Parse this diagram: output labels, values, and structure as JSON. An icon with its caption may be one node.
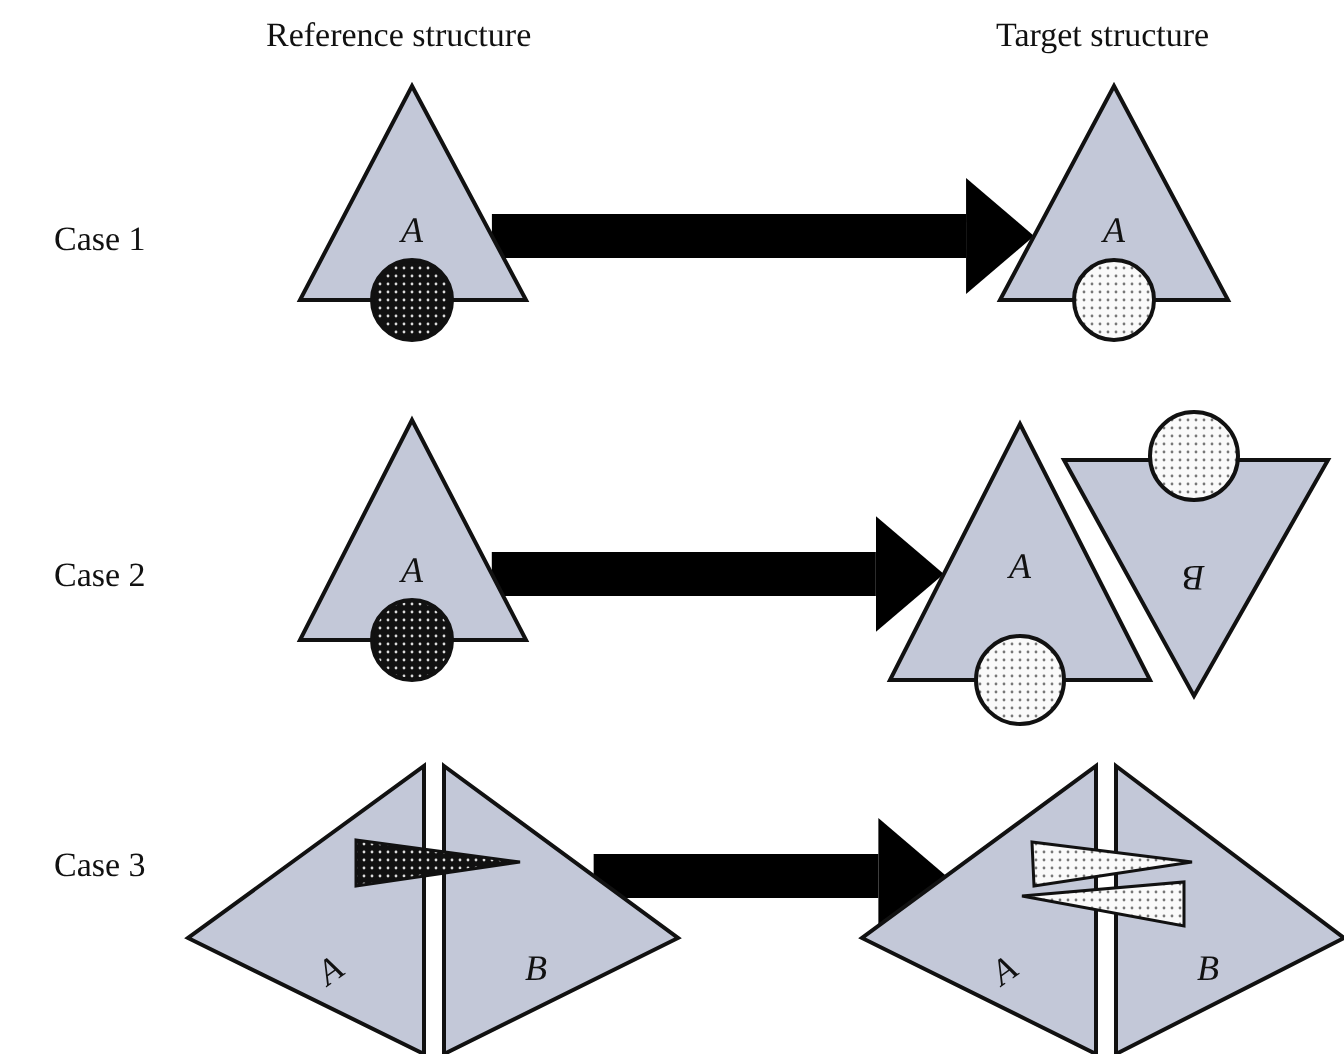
{
  "diagram": {
    "nodes": [
      {
        "text": [
          "A"
        ]
      },
      {
        "text": [
          "A"
        ]
      },
      {
        "text": [
          "A"
        ]
      },
      {
        "text": [
          "A"
        ]
      },
      {
        "text": [
          "B"
        ]
      },
      {
        "text": [
          "A"
        ]
      },
      {
        "text": [
          "B"
        ]
      },
      {
        "text": [
          "A"
        ]
      },
      {
        "text": [
          "B"
        ]
      },
      {
        "text": [],
        "shape": "triangle"
      },
      {
        "text": [],
        "shape": "triangle"
      },
      {
        "text": [],
        "shape": "triangle"
      }
    ],
    "edges": [
      {
        "from": 0,
        "to": 1,
        "arrow": "to"
      },
      {
        "from": 2,
        "to": 3,
        "arrow": "to"
      },
      {
        "from": 6,
        "to": 7,
        "arrow": "to"
      }
    ],
    "labels": [
      "Reference structure",
      "Target structure",
      "Case 1",
      "Case 2",
      "Case 3"
    ]
  }
}
